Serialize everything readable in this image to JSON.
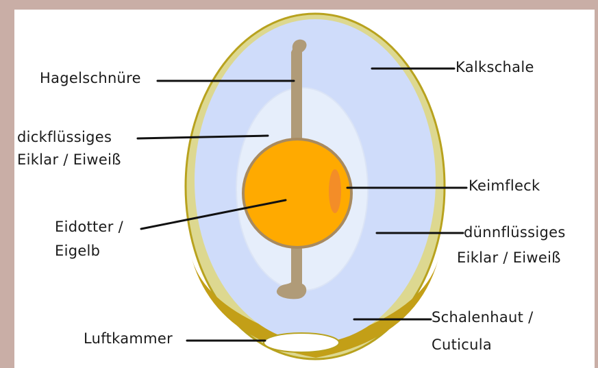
{
  "diagram": {
    "labels": {
      "hagelschnuere": "Hagelschnüre",
      "dickfluessig_1": "dickflüssiges",
      "dickfluessig_2": "Eiklar /  Eiweiß",
      "eidotter_1": "Eidotter /",
      "eidotter_2": "Eigelb",
      "luftkammer": "Luftkammer",
      "kalkschale": "Kalkschale",
      "keimfleck": "Keimfleck",
      "duennfluessig_1": "dünnflüssiges",
      "duennfluessig_2": "Eiklar /  Eiweiß",
      "schalenhaut_1": "Schalenhaut /",
      "schalenhaut_2": "Cuticula"
    },
    "colors": {
      "background": "#c9aea6",
      "card": "#ffffff",
      "shell_outline": "#b8a21e",
      "shell_fill": "#ddd890",
      "shell_lower": "#c39f17",
      "thin_albumen": "#cfdcfa",
      "thick_albumen": "#e6eefb",
      "yolk": "#ffaa00",
      "yolk_edge": "#a88a5f",
      "germinal_disc": "#f28a2c",
      "chalazae": "#b09b78",
      "air_cell": "#ffffff"
    }
  }
}
